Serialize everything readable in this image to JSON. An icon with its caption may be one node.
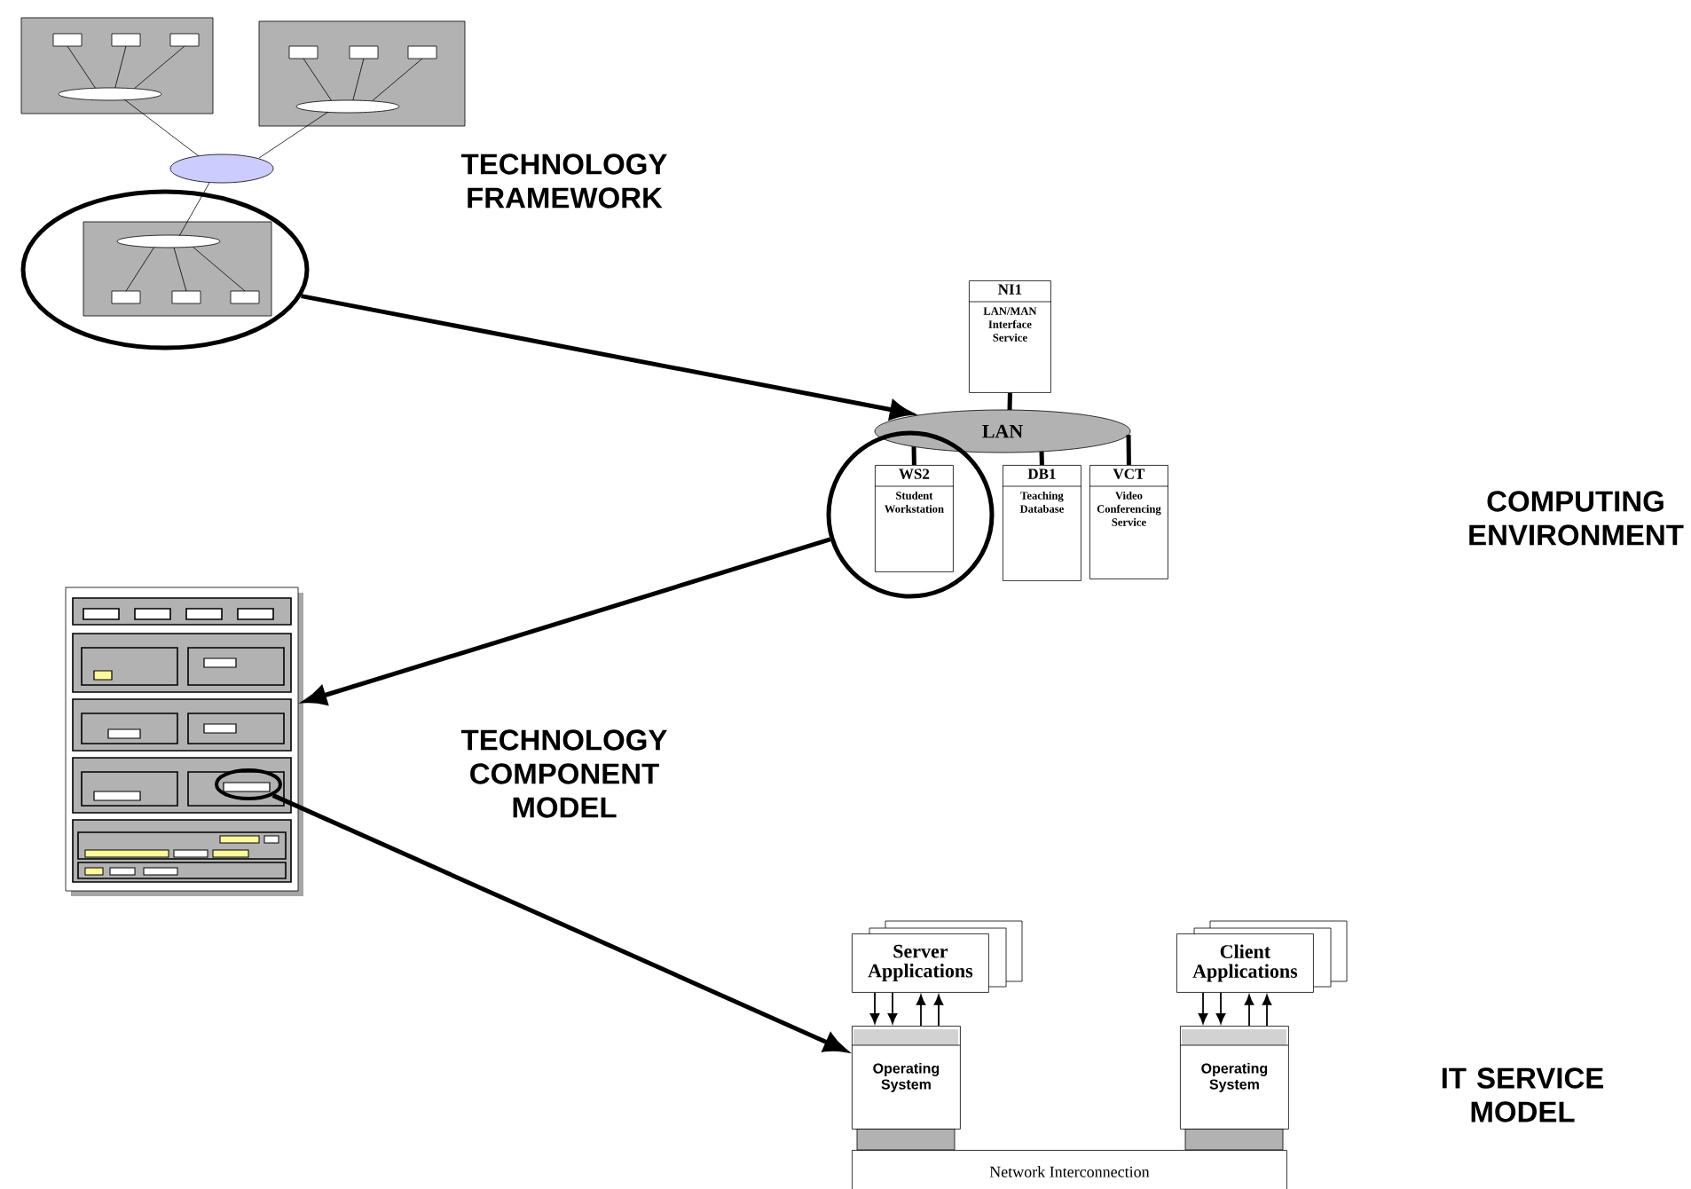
{
  "diagram": {
    "nodes": [
      {
        "text": [],
        "shape": "circle"
      },
      {
        "text": [
          "LAN"
        ]
      },
      {
        "text": [
          "NI1",
          "LAN/MAN Interface Service"
        ]
      },
      {
        "text": [],
        "shape": "circle"
      },
      {
        "text": [
          "WS2",
          "Student Workstation"
        ],
        "in": 3
      },
      {
        "text": [
          "DB1",
          "Teaching Database"
        ]
      },
      {
        "text": [
          "VCT",
          "Video Conferencing Service"
        ]
      },
      {
        "text": [],
        "shape": "picture"
      },
      {
        "text": [],
        "shape": "circle",
        "in": 7
      },
      {
        "text": [
          "Server Applications"
        ]
      },
      {
        "text": [
          "Client Applications"
        ]
      },
      {
        "text": [
          "Operating System"
        ]
      },
      {
        "text": [
          "Operating System"
        ]
      },
      {
        "text": [
          "Network Interconnection"
        ]
      }
    ],
    "edges": [
      {
        "from": 0,
        "to": 1,
        "arrow": "to",
        "style": "thick"
      },
      {
        "from": 3,
        "to": 7,
        "arrow": "to",
        "style": "thick"
      },
      {
        "from": 8,
        "to": 11,
        "arrow": "to",
        "style": "thick"
      },
      {
        "from": 2,
        "to": 1,
        "arrow": "none",
        "style": "thick"
      },
      {
        "from": 1,
        "to": 4,
        "arrow": "none",
        "style": "thick"
      },
      {
        "from": 1,
        "to": 5,
        "arrow": "none",
        "style": "thick"
      },
      {
        "from": 1,
        "to": 6,
        "arrow": "none",
        "style": "thick"
      },
      {
        "from": 9,
        "to": 11,
        "arrow": "to"
      },
      {
        "from": 9,
        "to": 11,
        "arrow": "to"
      },
      {
        "from": 11,
        "to": 9,
        "arrow": "to"
      },
      {
        "from": 11,
        "to": 9,
        "arrow": "to"
      },
      {
        "from": 10,
        "to": 12,
        "arrow": "to"
      },
      {
        "from": 10,
        "to": 12,
        "arrow": "to"
      },
      {
        "from": 12,
        "to": 10,
        "arrow": "to"
      },
      {
        "from": 12,
        "to": 10,
        "arrow": "to"
      }
    ],
    "labels": [
      "TECHNOLOGY FRAMEWORK",
      "COMPUTING ENVIRONMENT",
      "TECHNOLOGY COMPONENT MODEL",
      "IT SERVICE MODEL"
    ]
  }
}
